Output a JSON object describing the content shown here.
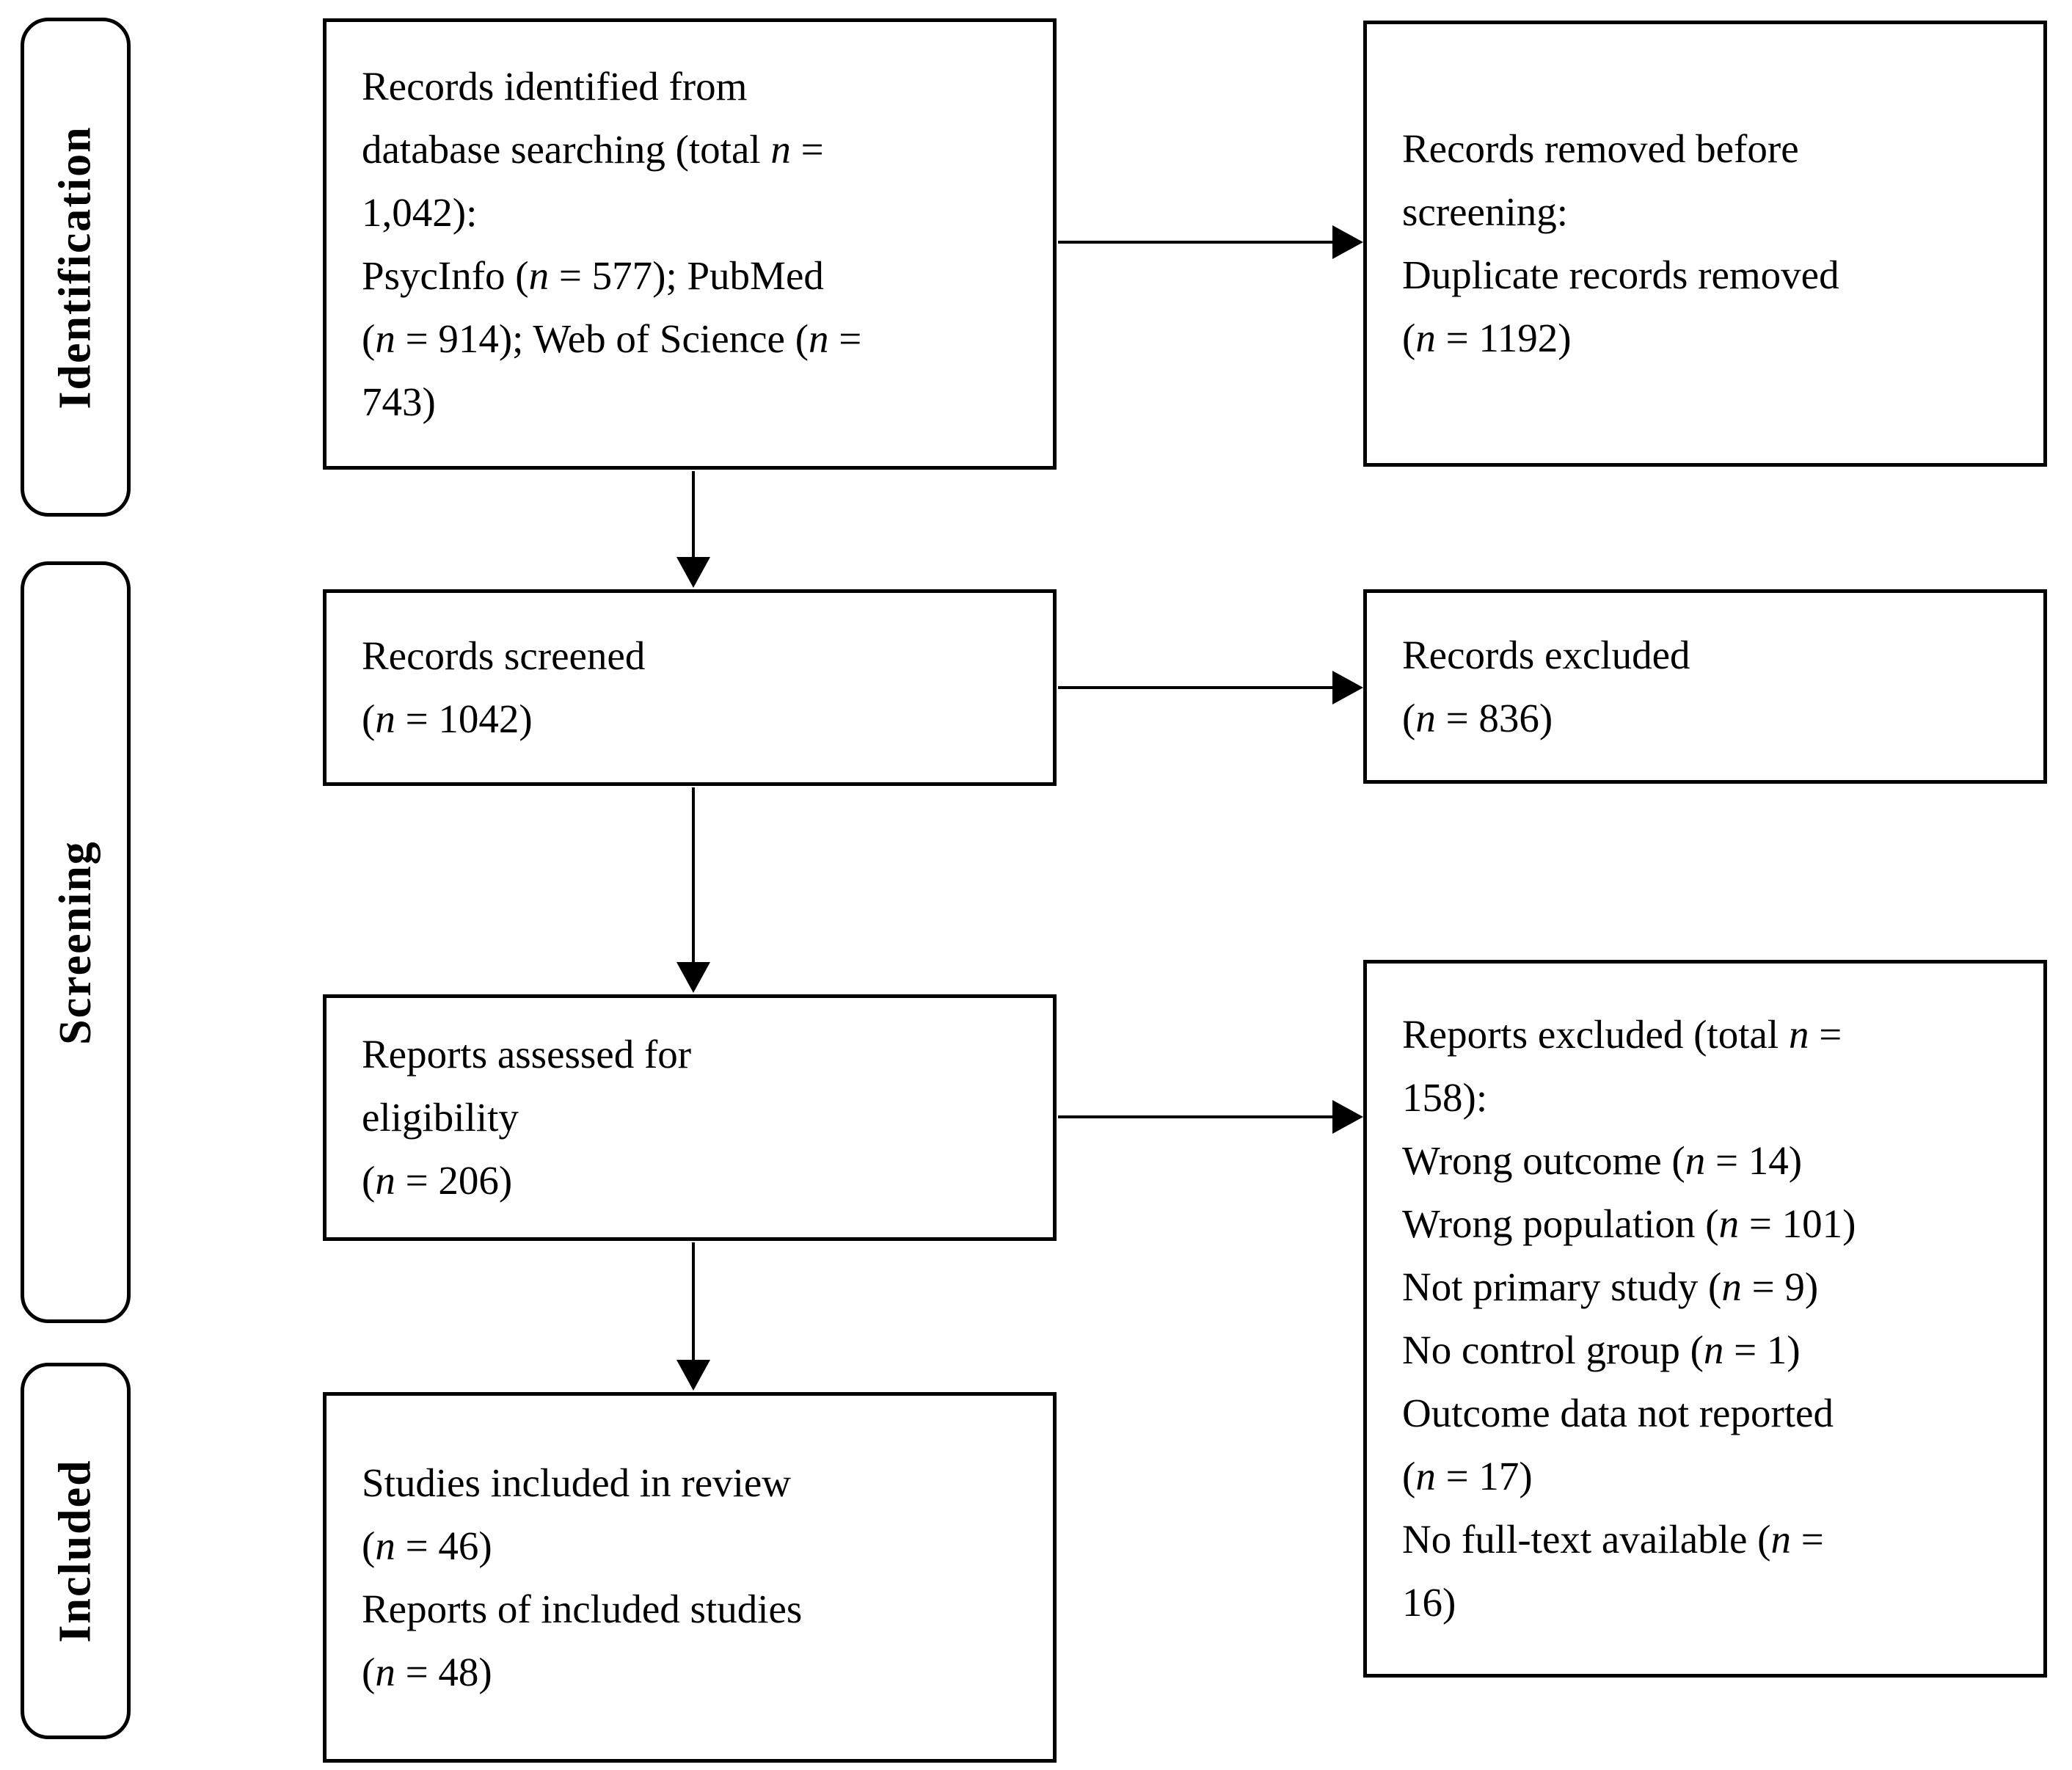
{
  "diagram": {
    "title_semantic": "PRISMA flow diagram",
    "colors": {
      "background": "#ffffff",
      "border": "#000000",
      "text": "#000000"
    },
    "stages": [
      {
        "label": "Identification"
      },
      {
        "label": "Screening"
      },
      {
        "label": "Included"
      }
    ],
    "boxes": {
      "identified": {
        "lines": [
          "Records identified from",
          "database searching (total n =",
          "1,042):",
          "PsycInfo (n = 577); PubMed",
          "(n = 914); Web of Science (n =",
          "743)"
        ]
      },
      "removed_before_screening": {
        "lines": [
          "Records removed before",
          "screening:",
          "Duplicate records removed",
          "(n = 1192)"
        ]
      },
      "screened": {
        "lines": [
          "Records screened",
          "(n = 1042)"
        ]
      },
      "records_excluded": {
        "lines": [
          "Records excluded",
          "(n = 836)"
        ]
      },
      "assessed": {
        "lines": [
          "Reports assessed for",
          "eligibility",
          "(n = 206)"
        ]
      },
      "reports_excluded": {
        "lines": [
          "Reports excluded (total n =",
          "158):",
          "Wrong outcome (n = 14)",
          "Wrong population (n = 101)",
          "Not primary study (n = 9)",
          "No control group (n = 1)",
          "Outcome data not reported",
          "(n = 17)",
          "No full-text available (n =",
          "16)"
        ]
      },
      "included_studies": {
        "lines": [
          "Studies included in review",
          "(n = 46)",
          "Reports of included studies",
          "(n = 48)"
        ]
      }
    },
    "connections": [
      {
        "from": "identified",
        "to": "removed_before_screening"
      },
      {
        "from": "identified",
        "to": "screened"
      },
      {
        "from": "screened",
        "to": "records_excluded"
      },
      {
        "from": "screened",
        "to": "assessed"
      },
      {
        "from": "assessed",
        "to": "reports_excluded"
      },
      {
        "from": "assessed",
        "to": "included_studies"
      }
    ]
  }
}
